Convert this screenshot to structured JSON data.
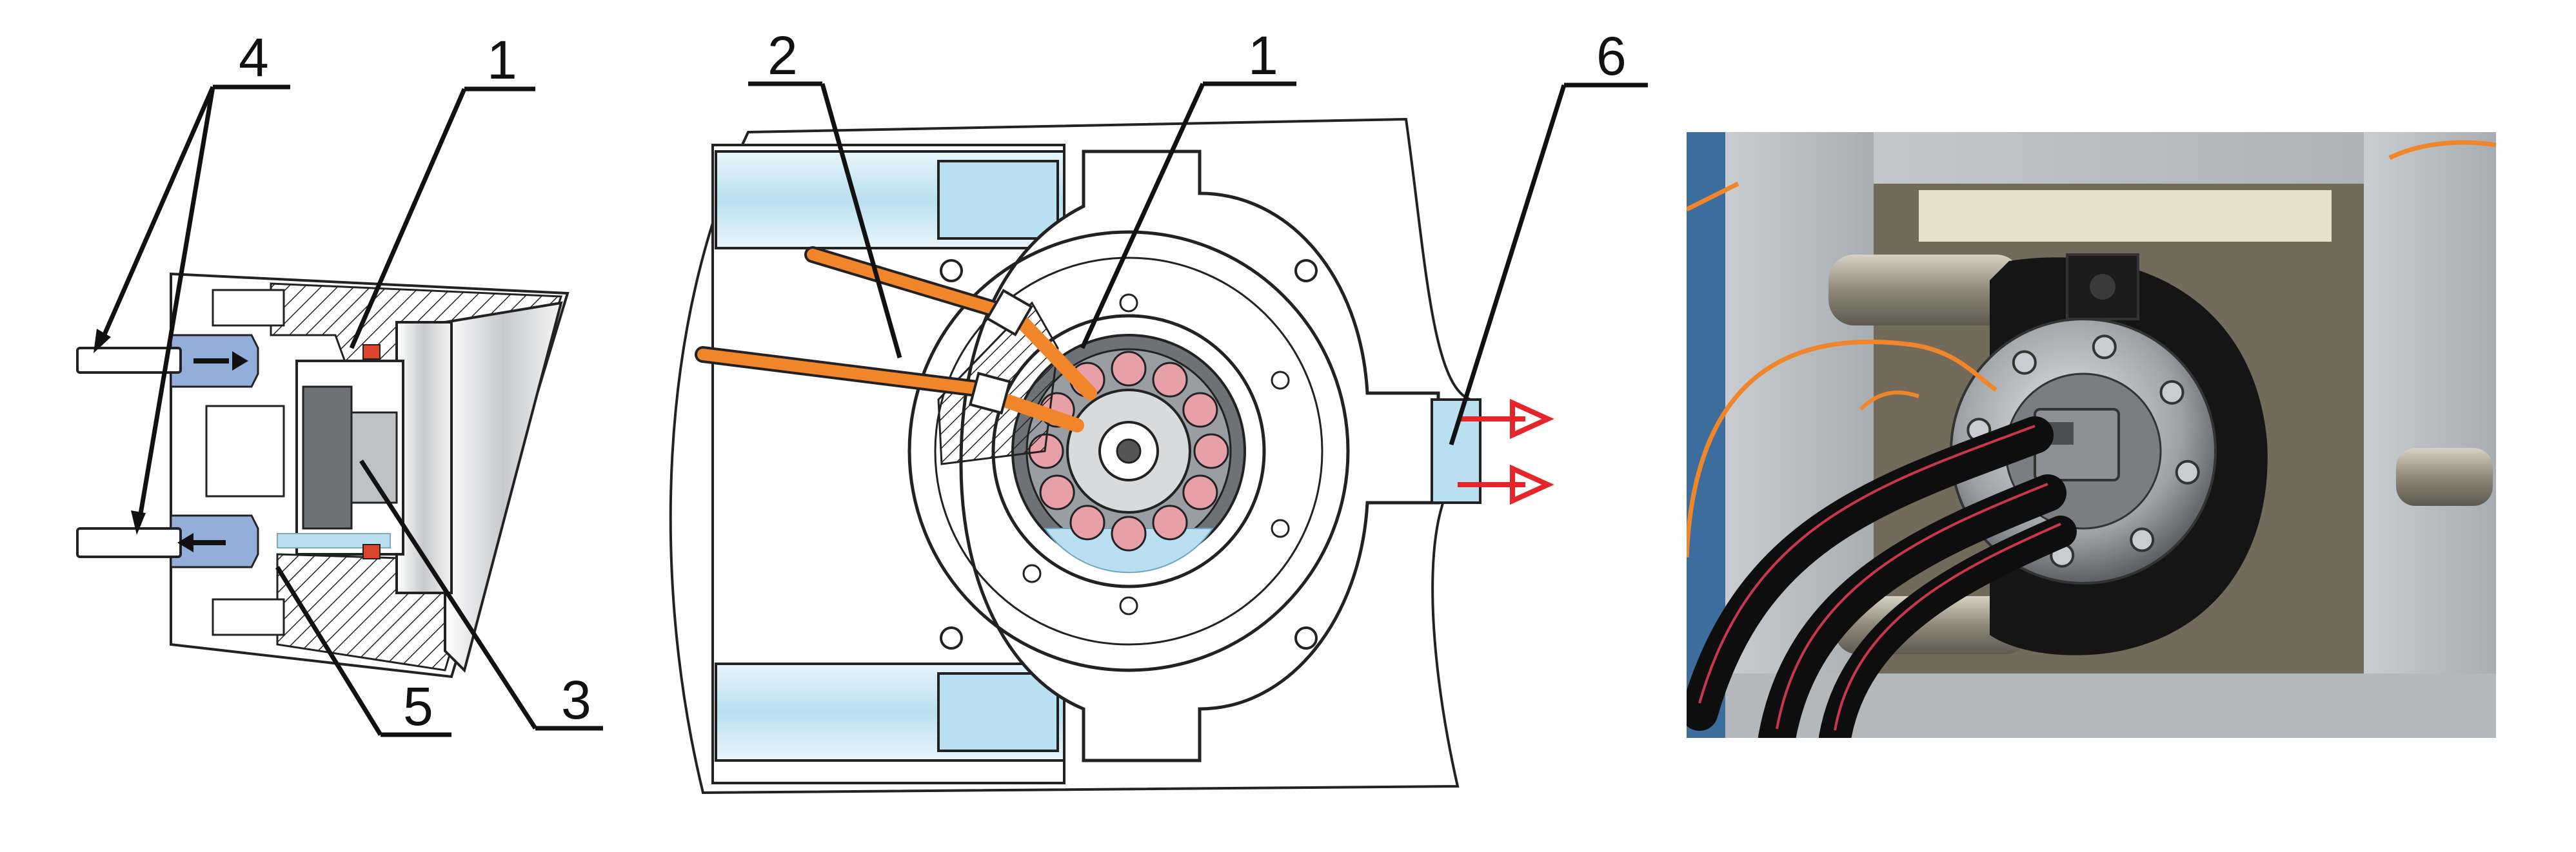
{
  "figure": {
    "left_panel": {
      "callouts": [
        {
          "id": "4",
          "text": "4"
        },
        {
          "id": "1",
          "text": "1"
        },
        {
          "id": "5",
          "text": "5"
        },
        {
          "id": "3",
          "text": "3"
        }
      ]
    },
    "middle_panel": {
      "callouts": [
        {
          "id": "2",
          "text": "2"
        },
        {
          "id": "1",
          "text": "1"
        },
        {
          "id": "6",
          "text": "6"
        }
      ]
    },
    "photo_panel": {
      "callouts": []
    },
    "colors": {
      "coolant_blue": "#b9dff0",
      "hose_orange": "#f0852a",
      "flow_arrow_red": "#e5252a",
      "seal_red": "#d9462b",
      "roller_pink": "#e7a0a8",
      "steel_gray": "#8a8d90"
    }
  }
}
